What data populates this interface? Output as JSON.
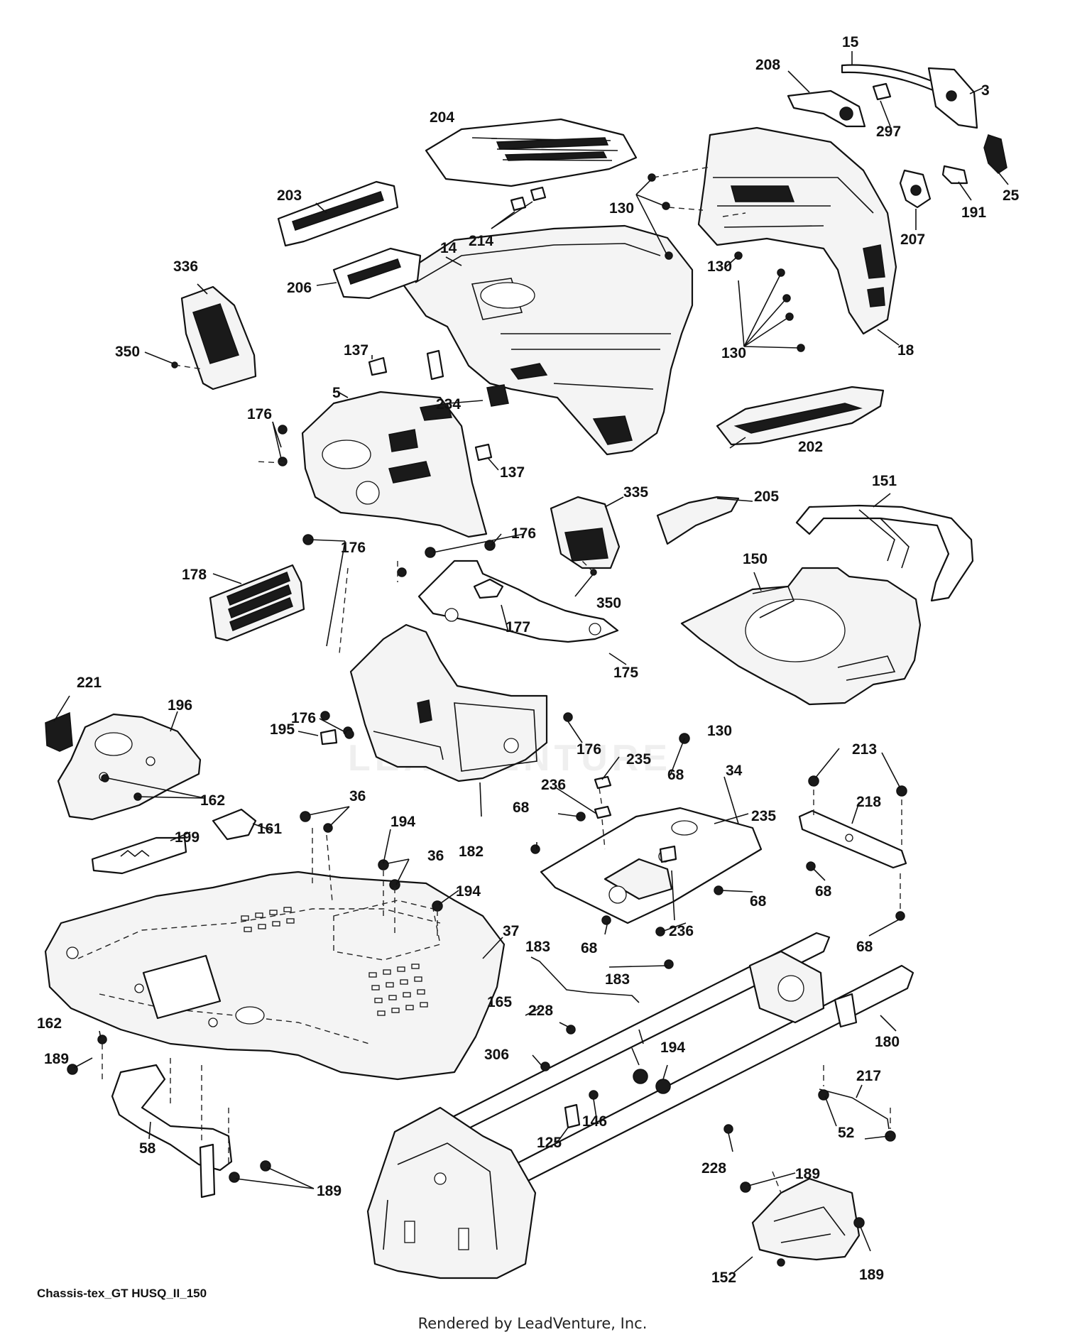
{
  "diagram": {
    "caption": "Chassis-tex_GT HUSQ_II_150",
    "footer": "Rendered by LeadVenture, Inc.",
    "watermark": "LEADVENTURE",
    "labels": {
      "p3": "3",
      "p5": "5",
      "p14": "14",
      "p15": "15",
      "p18": "18",
      "p25": "25",
      "p34": "34",
      "p36a": "36",
      "p36b": "36",
      "p37": "37",
      "p52": "52",
      "p58": "58",
      "p68a": "68",
      "p68b": "68",
      "p68c": "68",
      "p68d": "68",
      "p68e": "68",
      "p68f": "68",
      "p125": "125",
      "p130a": "130",
      "p130b": "130",
      "p130c": "130",
      "p130d": "130",
      "p137a": "137",
      "p137b": "137",
      "p146": "146",
      "p150": "150",
      "p151": "151",
      "p152": "152",
      "p161": "161",
      "p162a": "162",
      "p162b": "162",
      "p165": "165",
      "p175": "175",
      "p176a": "176",
      "p176b": "176",
      "p176c": "176",
      "p176d": "176",
      "p176e": "176",
      "p177": "177",
      "p178": "178",
      "p180": "180",
      "p182": "182",
      "p183a": "183",
      "p183b": "183",
      "p189a": "189",
      "p189b": "189",
      "p189c": "189",
      "p189d": "189",
      "p191": "191",
      "p194a": "194",
      "p194b": "194",
      "p194c": "194",
      "p195": "195",
      "p196": "196",
      "p199": "199",
      "p202": "202",
      "p203": "203",
      "p204": "204",
      "p205": "205",
      "p206": "206",
      "p207": "207",
      "p208": "208",
      "p213": "213",
      "p214": "214",
      "p217": "217",
      "p218": "218",
      "p221": "221",
      "p228a": "228",
      "p228b": "228",
      "p234": "234",
      "p235a": "235",
      "p235b": "235",
      "p236a": "236",
      "p236b": "236",
      "p297": "297",
      "p306": "306",
      "p335": "335",
      "p336": "336",
      "p350a": "350",
      "p350b": "350"
    }
  }
}
